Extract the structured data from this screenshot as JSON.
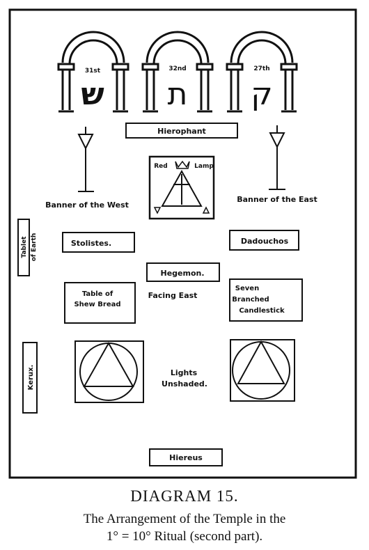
{
  "diagram": {
    "arches": [
      {
        "number": "31st",
        "letter": "ש"
      },
      {
        "number": "32nd",
        "letter": "ת"
      },
      {
        "number": "27th",
        "letter": "ק"
      }
    ],
    "hierophant": "Hierophant",
    "red_lamp": {
      "left": "Red",
      "right": "Lamp"
    },
    "banner_west": "Banner of the West",
    "banner_east": "Banner of the East",
    "tablet_of_earth": [
      "Tablet",
      "of Earth"
    ],
    "stolistes": "Stolistes.",
    "dadouchos": "Dadouchos",
    "hegemon": "Hegemon.",
    "facing_east": "Facing East",
    "table_shew_bread": [
      "Table of",
      "Shew Bread"
    ],
    "candlestick": [
      "Seven",
      "Branched",
      "Candlestick"
    ],
    "kerux": "Kerux.",
    "lights": [
      "Lights",
      "Unshaded."
    ],
    "hiereus": "Hiereus"
  },
  "caption": {
    "title": "DIAGRAM 15.",
    "line1": "The Arrangement of the Temple in the",
    "line2": "1° = 10° Ritual (second part)."
  }
}
